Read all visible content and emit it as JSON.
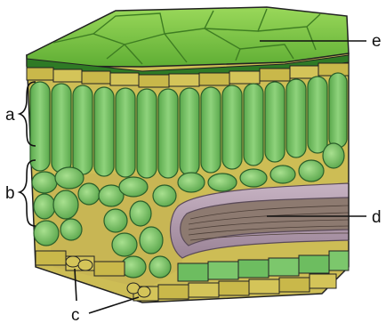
{
  "labels": {
    "a": "a",
    "b": "b",
    "c": "c",
    "d": "d",
    "e": "e"
  },
  "colors": {
    "cuticle_top": "#7fc442",
    "cuticle_dark": "#4f9b2a",
    "epidermis": "#c9b84a",
    "epidermis_dark": "#9a8a2c",
    "palisade": "#79c46a",
    "palisade_dark": "#3d8a3a",
    "spongy": "#86cc78",
    "air_space": "#c8b654",
    "vein": "#b39cb0",
    "vein_core": "#8d7a70",
    "line": "#1a1a1a"
  }
}
